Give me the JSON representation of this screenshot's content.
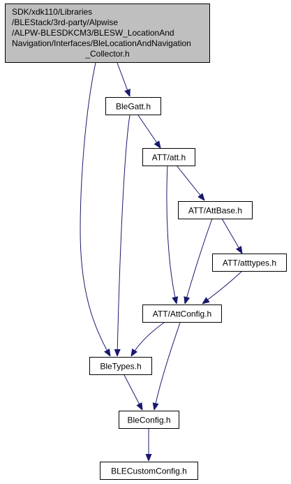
{
  "nodes": {
    "root": {
      "lines": [
        "SDK/xdk110/Libraries",
        "/BLEStack/3rd-party/Alpwise",
        "/ALPW-BLESDKCM3/BLESW_LocationAnd",
        "Navigation/Interfaces/BleLocationAndNavigation",
        "_Collector.h"
      ]
    },
    "blegatt": {
      "label": "BleGatt.h"
    },
    "att": {
      "label": "ATT/att.h"
    },
    "attbase": {
      "label": "ATT/AttBase.h"
    },
    "atttypes": {
      "label": "ATT/atttypes.h"
    },
    "attconfig": {
      "label": "ATT/AttConfig.h"
    },
    "bletypes": {
      "label": "BleTypes.h"
    },
    "bleconfig": {
      "label": "BleConfig.h"
    },
    "blecustomconfig": {
      "label": "BLECustomConfig.h"
    }
  },
  "edges": [
    [
      "root",
      "blegatt"
    ],
    [
      "root",
      "bletypes"
    ],
    [
      "blegatt",
      "att"
    ],
    [
      "blegatt",
      "bletypes"
    ],
    [
      "att",
      "attbase"
    ],
    [
      "att",
      "attconfig"
    ],
    [
      "attbase",
      "atttypes"
    ],
    [
      "attbase",
      "attconfig"
    ],
    [
      "atttypes",
      "attconfig"
    ],
    [
      "attconfig",
      "bletypes"
    ],
    [
      "attconfig",
      "bleconfig"
    ],
    [
      "bletypes",
      "bleconfig"
    ],
    [
      "bleconfig",
      "blecustomconfig"
    ]
  ],
  "colors": {
    "edge": "#191970",
    "root_fill": "#bfbfbf",
    "node_fill": "#ffffff",
    "border": "#000000"
  }
}
